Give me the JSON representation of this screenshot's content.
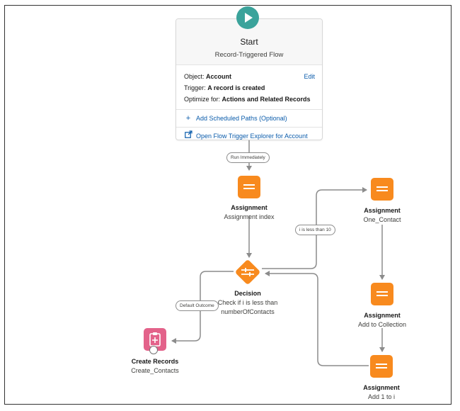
{
  "start": {
    "title": "Start",
    "subtitle": "Record-Triggered Flow",
    "object_label": "Object:",
    "object_value": "Account",
    "edit_label": "Edit",
    "trigger_label": "Trigger:",
    "trigger_value": "A record is created",
    "optimize_label": "Optimize for:",
    "optimize_value": "Actions and Related Records",
    "add_paths_label": "Add Scheduled Paths (Optional)",
    "open_explorer_label": "Open Flow Trigger Explorer for Account"
  },
  "connectors": {
    "run_immediately": "Run Immediately",
    "i_less_than_10": "i is less than 10",
    "default_outcome": "Default Outcome"
  },
  "nodes": {
    "assignment_index": {
      "type": "Assignment",
      "name": "Assignment index"
    },
    "one_contact": {
      "type": "Assignment",
      "name": "One_Contact"
    },
    "add_to_collection": {
      "type": "Assignment",
      "name": "Add to Collection"
    },
    "add_one_to_i": {
      "type": "Assignment",
      "name": "Add 1 to i"
    },
    "decision": {
      "type": "Decision",
      "name_line1": "Check if i is less than",
      "name_line2": "numberOfContacts"
    },
    "create_records": {
      "type": "Create Records",
      "name": "Create_Contacts"
    }
  },
  "colors": {
    "start": "#3ba39b",
    "assignment": "#f88a1e",
    "decision": "#f88a1e",
    "create_records": "#e3628a",
    "link": "#0b5cab",
    "connector": "#8c8c8c"
  },
  "icons": {
    "start": "play-icon",
    "assignment": "equals-icon",
    "decision": "decision-icon",
    "create_records": "clipboard-plus-icon",
    "add_paths": "plus-icon",
    "open_explorer": "external-link-icon"
  }
}
